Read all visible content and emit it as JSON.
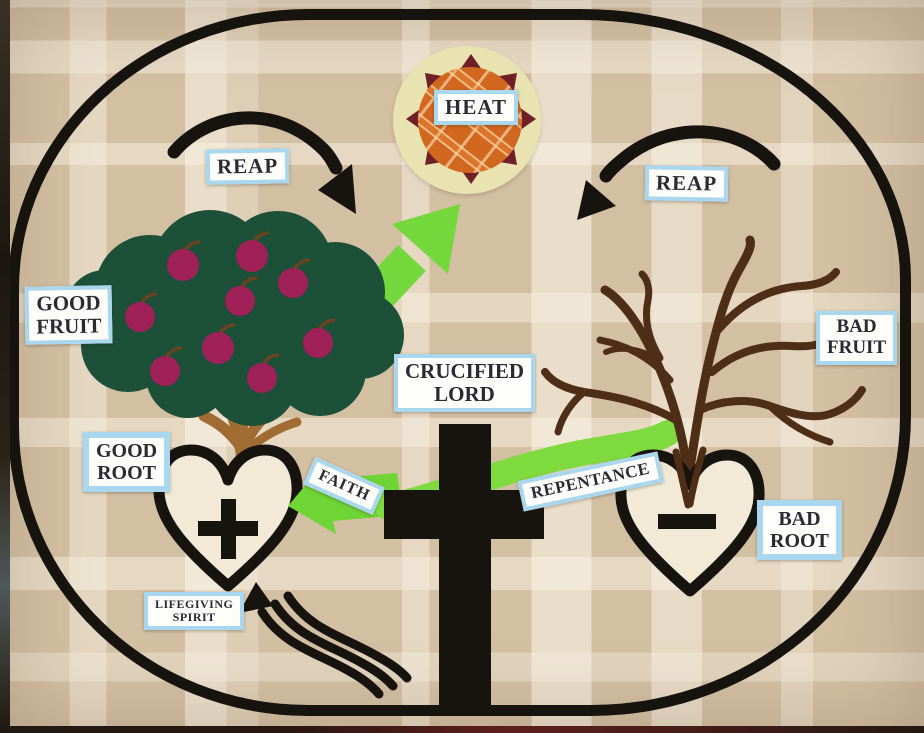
{
  "diagram": {
    "type": "felt-board sow-and-reap teaching diagram",
    "sun_label": "HEAT",
    "reap_left": "REAP",
    "reap_right": "REAP",
    "good_fruit": [
      "GOOD",
      "FRUIT"
    ],
    "good_root": [
      "GOOD",
      "ROOT"
    ],
    "crucified_lord": [
      "CRUCIFIED",
      "LORD"
    ],
    "bad_fruit": [
      "BAD",
      "FRUIT"
    ],
    "bad_root": [
      "BAD",
      "ROOT"
    ],
    "faith": "FAITH",
    "repentance": "REPENTANCE",
    "lifegiving_spirit": [
      "LIFEGIVING",
      "SPIRIT"
    ],
    "good_heart_sign": "+",
    "bad_heart_sign": "−",
    "apple_count": 9,
    "colors": {
      "canvas_tan": "#d3bfa2",
      "canvas_cream": "#f2ead8",
      "felt_black": "#17130f",
      "tree_green": "#1d5038",
      "apple_magenta": "#a02058",
      "trunk_brown": "#a06c33",
      "dead_branch_brown": "#4e2e17",
      "arrow_green": "#74d83d",
      "sun_cream": "#e9e3b2",
      "sun_maroon": "#6e1f27",
      "sun_orange": "#d2671f",
      "label_border_blue": "#a9d7ee",
      "label_white": "#fdfdfa",
      "heart_cream": "#f2e9d7"
    }
  }
}
